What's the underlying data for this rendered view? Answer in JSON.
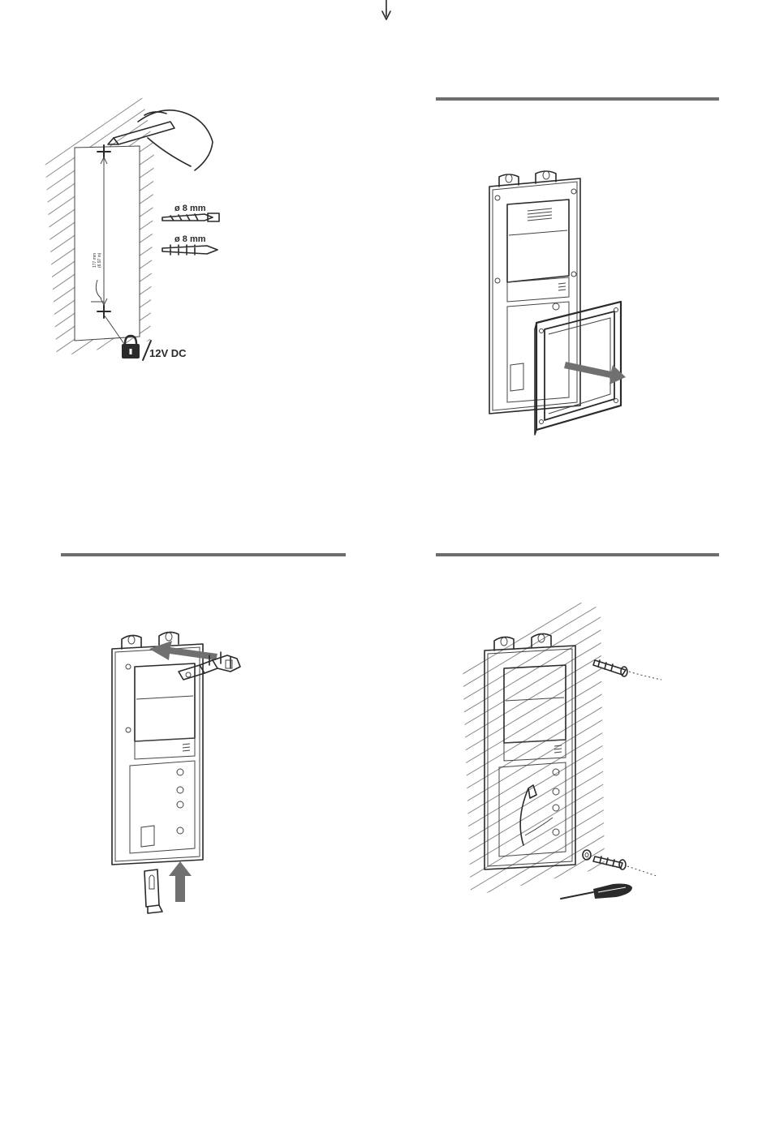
{
  "page": {
    "colors": {
      "ink": "#2a2a2a",
      "rule": "#6e6e6e",
      "hatch": "#8a8a8a",
      "arrow": "#707070"
    }
  },
  "step1": {
    "drill_bit_label": "ø 8 mm",
    "wall_plug_label": "ø 8 mm",
    "distance_label": "177 mm",
    "distance_label_alt": "(6.97 in)",
    "power_label": "12V DC",
    "icons": [
      "hand-pencil-icon",
      "drill-bit-icon",
      "wall-plug-icon",
      "lock-icon"
    ]
  },
  "step2": {
    "action": "remove-cover",
    "icons": [
      "cover-plate-icon",
      "pull-arrow-icon"
    ]
  },
  "step3": {
    "action": "attach-brackets",
    "icons": [
      "bracket-icon",
      "clip-icon",
      "push-arrow-icon"
    ]
  },
  "step4": {
    "action": "screw-to-wall",
    "icons": [
      "screw-icon",
      "washer-icon",
      "screwdriver-icon"
    ]
  }
}
